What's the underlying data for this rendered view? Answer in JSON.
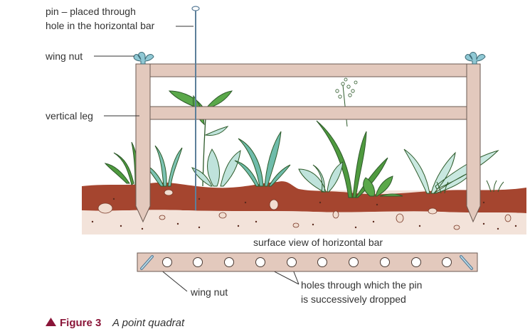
{
  "labels": {
    "pin_line1": "pin – placed through",
    "pin_line2": "hole in the horizontal bar",
    "wing_nut_top": "wing nut",
    "vertical_leg": "vertical leg",
    "surface_view": "surface view of horizontal bar",
    "wing_nut_bottom": "wing nut",
    "holes_line1": "holes through which the pin",
    "holes_line2": "is successively dropped"
  },
  "caption": {
    "figure": "Figure 3",
    "title": "A point quadrat"
  },
  "colors": {
    "wood": "#e3c9bd",
    "soil": "#a4442e",
    "soil_under": "#f2e2d8",
    "leaf_green": "#5aa84a",
    "leaf_teal": "#7cc3b3",
    "leaf_pale": "#bfe3db",
    "wing_nut": "#8fc8d4",
    "caption_red": "#8a1538"
  },
  "icons": {
    "caption_marker": "up-triangle-icon"
  },
  "bar_holes": 10
}
